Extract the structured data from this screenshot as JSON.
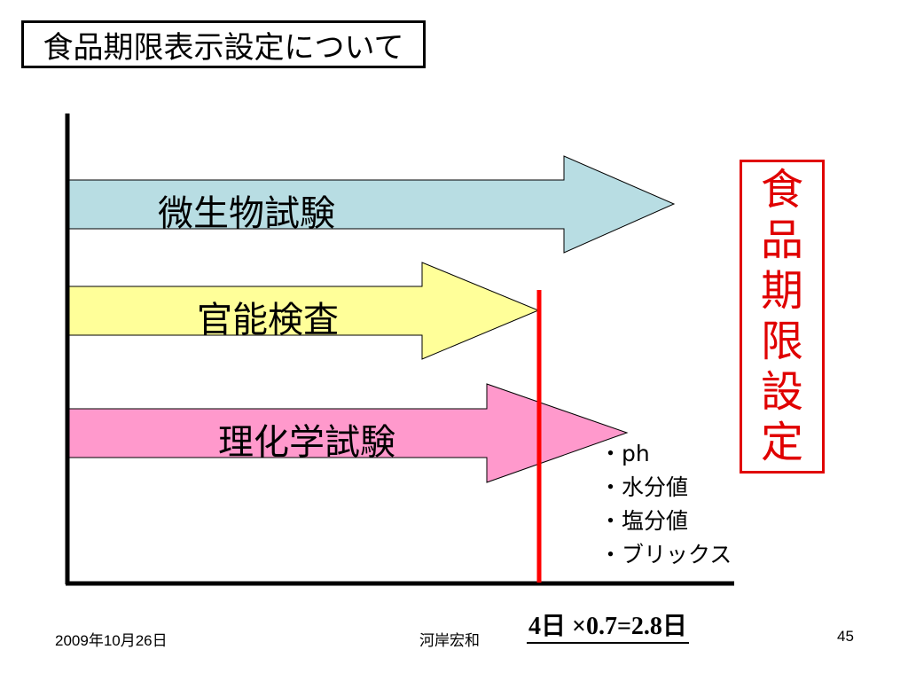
{
  "title": "食品期限表示設定について",
  "arrows": [
    {
      "label": "微生物試験",
      "color": "#b8dde3"
    },
    {
      "label": "官能検査",
      "color": "#ffff99"
    },
    {
      "label": "理化学試験",
      "color": "#ff99cc"
    }
  ],
  "parameters": [
    "・ph",
    "・水分値",
    "・塩分値",
    "・ブリックス"
  ],
  "vertical_label": [
    "食",
    "品",
    "期",
    "限",
    "設",
    "定"
  ],
  "formula": "4日 ×0.7=2.8日",
  "footer": {
    "date": "2009年10月26日",
    "author": "河岸宏和",
    "page": "45"
  },
  "colors": {
    "accent_red": "#e00000",
    "axis": "#000000"
  }
}
